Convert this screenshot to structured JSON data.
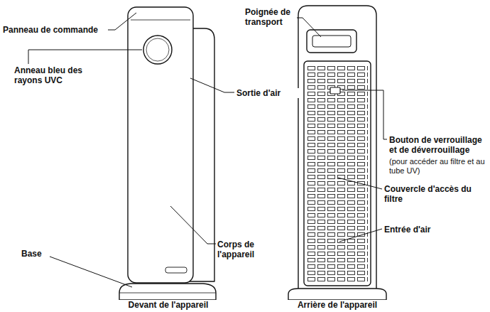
{
  "diagram": {
    "labels": [
      "Panneau de commande",
      "Anneau bleu des rayons UVC",
      "Sortie d'air",
      "Corps de l'appareil",
      "Base",
      "Devant de l'appareil",
      "Poignée de transport",
      "Bouton de verrouillage et de déverrouillage",
      "(pour accéder au filtre et au tube UV)",
      "Couvercle d'accès du filtre",
      "Entrée d'air",
      "Arrière de l'appareil"
    ]
  }
}
